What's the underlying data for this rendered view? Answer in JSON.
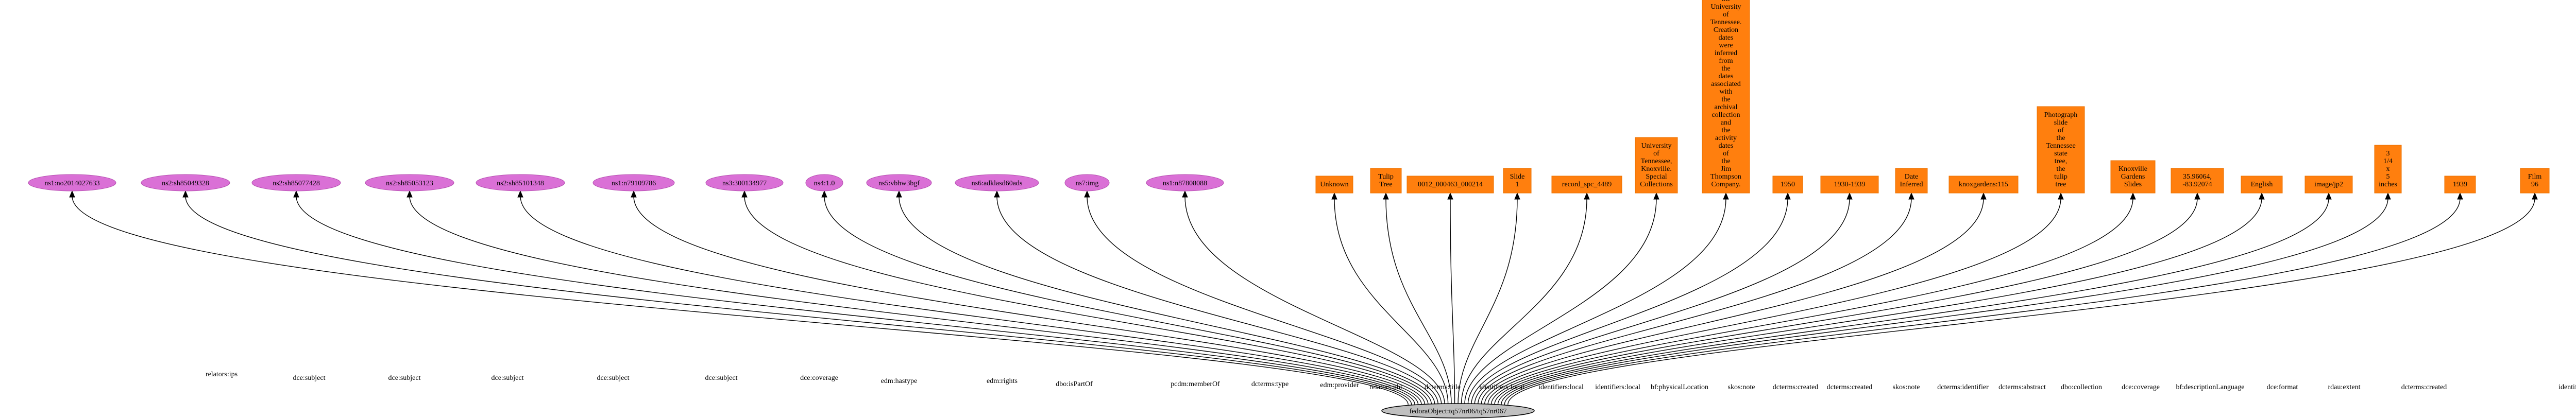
{
  "center": {
    "label": "fedoraObject:tq57nr06/tq57nr067"
  },
  "uris": [
    {
      "label": "ns1:no2014027633",
      "edge": "relators:ips"
    },
    {
      "label": "ns2:sh85049328",
      "edge": "dce:subject"
    },
    {
      "label": "ns2:sh85077428",
      "edge": "dce:subject"
    },
    {
      "label": "ns2:sh85053123",
      "edge": "dce:subject"
    },
    {
      "label": "ns2:sh85101348",
      "edge": "dce:subject"
    },
    {
      "label": "ns1:n79109786",
      "edge": "dce:subject"
    },
    {
      "label": "ns3:300134977",
      "edge": "dce:coverage"
    },
    {
      "label": "ns4:1.0",
      "edge": "edm:hastype"
    },
    {
      "label": "ns5:vbhw3bgf",
      "edge": "edm:rights"
    },
    {
      "label": "ns6:adklasd60ads",
      "edge": "dbo:isPartOf"
    },
    {
      "label": "ns7:img",
      "edge": "pcdm:memberOf"
    },
    {
      "label": "ns1:n87808088",
      "edge": "dcterms:type"
    }
  ],
  "literals": [
    {
      "lines": [
        "Unknown"
      ],
      "edge": "edm:provider"
    },
    {
      "lines": [
        "Tulip",
        "Tree"
      ],
      "edge": "relators:pht"
    },
    {
      "lines": [
        "0012_000463_000214"
      ],
      "edge": "dcterms:title"
    },
    {
      "lines": [
        "Slide",
        "1"
      ],
      "edge": "identifiers:local"
    },
    {
      "lines": [
        "record_spc_4489"
      ],
      "edge": "identifiers:local"
    },
    {
      "lines": [
        "University",
        "of",
        "Tennessee,",
        "Knoxville.",
        "Special",
        "Collections"
      ],
      "edge": "identifiers:local"
    },
    {
      "lines": [
        "Mrs.",
        "A",
        "C.",
        "Bruner",
        "donated",
        "this",
        "collection",
        "to",
        "the",
        "University",
        "of",
        "Tennessee.",
        "Creation",
        "dates",
        "were",
        "inferred",
        "from",
        "the",
        "dates",
        "associated",
        "with",
        "the",
        "archival",
        "collection",
        "and",
        "the",
        "activity",
        "dates",
        "of",
        "the",
        "Jim",
        "Thompson",
        "Company."
      ],
      "edge": "bf:physicalLocation"
    },
    {
      "lines": [
        "1950"
      ],
      "edge": "skos:note"
    },
    {
      "lines": [
        "1930-1939"
      ],
      "edge": "dcterms:created"
    },
    {
      "lines": [
        "Date",
        "Inferred"
      ],
      "edge": "dcterms:created"
    },
    {
      "lines": [
        "knoxgardens:115"
      ],
      "edge": "skos:note"
    },
    {
      "lines": [
        "Photograph",
        "slide",
        "of",
        "the",
        "Tennessee",
        "state",
        "tree,",
        "the",
        "tulip",
        "tree"
      ],
      "edge": "dcterms:identifier"
    },
    {
      "lines": [
        "Knoxville",
        "Gardens",
        "Slides"
      ],
      "edge": "dcterms:abstract"
    },
    {
      "lines": [
        "35.96064,",
        "-83.92074"
      ],
      "edge": "dbo:collection"
    },
    {
      "lines": [
        "English"
      ],
      "edge": "dce:coverage"
    },
    {
      "lines": [
        "image/jp2"
      ],
      "edge": "bf:descriptionLanguage"
    },
    {
      "lines": [
        "3",
        "1/4",
        "x",
        "5",
        "inches"
      ],
      "edge": "dce:format"
    },
    {
      "lines": [
        "1939"
      ],
      "edge": "rdau:extent"
    },
    {
      "lines": [
        "Film",
        "96"
      ],
      "edge": "dcterms:created"
    }
  ],
  "trailing_edge": "identifiers:local"
}
